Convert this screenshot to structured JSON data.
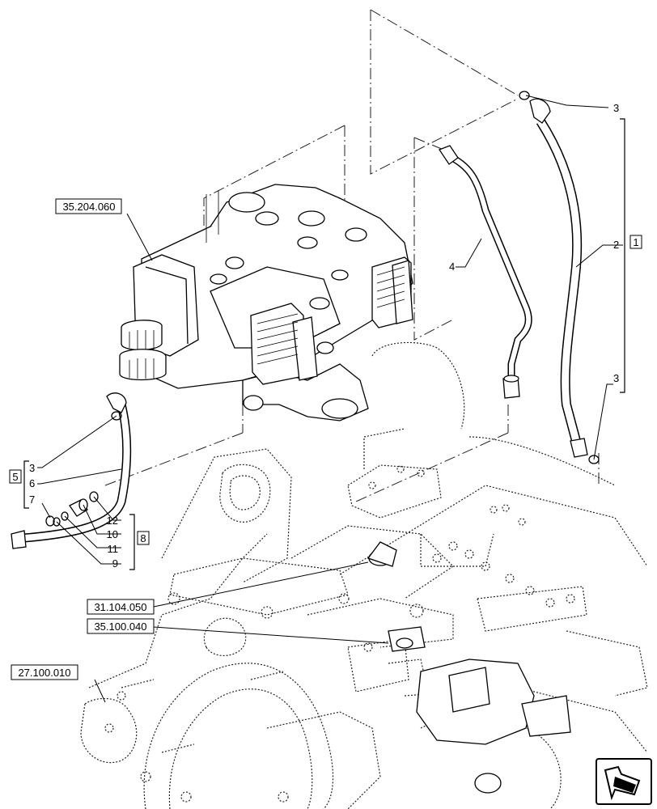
{
  "references": {
    "valve_assembly": "35.204.060",
    "gear_pump": "31.104.050",
    "hitch_valve": "35.100.040",
    "housing": "27.100.010"
  },
  "callouts": {
    "o_ring_top": "3",
    "hose_long": "2",
    "group_1": "1",
    "o_ring_bottom": "3",
    "pipe": "4",
    "group_5": "5",
    "left_3": "3",
    "left_6": "6",
    "left_7": "7",
    "c12": "12",
    "c10": "10",
    "group_8": "8",
    "c11": "11",
    "c9": "9"
  },
  "icons": {
    "nav": "view-direction-arrow-icon"
  }
}
